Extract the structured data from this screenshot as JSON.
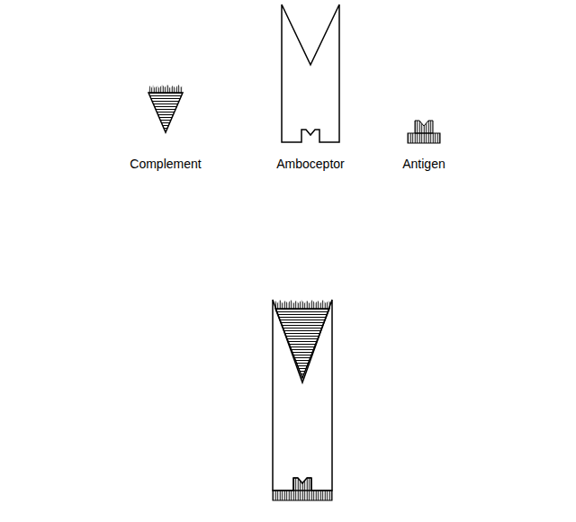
{
  "diagram": {
    "labels": [
      "Complement",
      "Amboceptor",
      "Antigen"
    ]
  }
}
